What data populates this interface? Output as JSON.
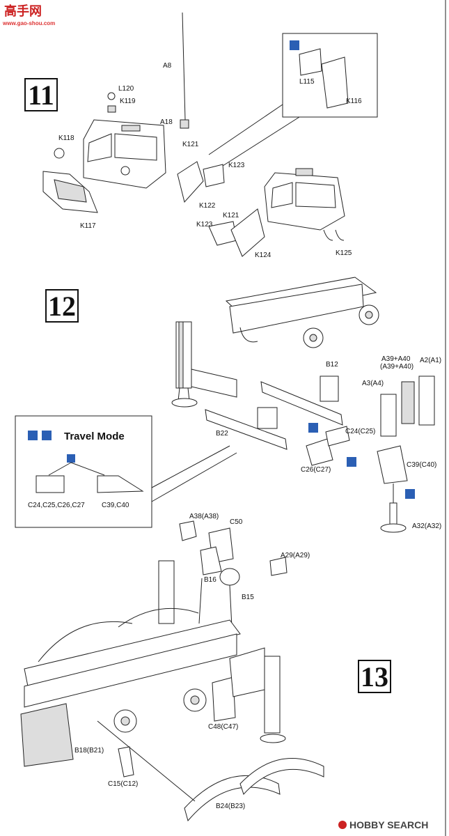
{
  "watermark_top": {
    "logo_text": "高手网",
    "url": "www.gao-shou.com"
  },
  "watermark_bottom": {
    "text": "HOBBY SEARCH"
  },
  "steps": [
    {
      "number": "11",
      "labels": [
        "A8",
        "L120",
        "K119",
        "A18",
        "K118",
        "K121",
        "K123",
        "K122",
        "K117",
        "L115",
        "K116",
        "K121",
        "K123",
        "K124",
        "K125"
      ]
    },
    {
      "number": "12",
      "labels": [
        "B12",
        "A39+A40",
        "(A39+A40)",
        "A2(A1)",
        "A3(A4)",
        "B22",
        "C24(C25)",
        "C26(C27)",
        "C39(C40)",
        "A32(A32)"
      ]
    },
    {
      "number": "13",
      "labels": [
        "A38(A38)",
        "C50",
        "A29(A29)",
        "B16",
        "B15",
        "C48(C47)",
        "B18(B21)",
        "C15(C12)",
        "B24(B23)"
      ]
    }
  ],
  "travel_mode": {
    "title": "Travel Mode",
    "caption_left": "C24,C25,C26,C27",
    "caption_right": "C39,C40"
  }
}
